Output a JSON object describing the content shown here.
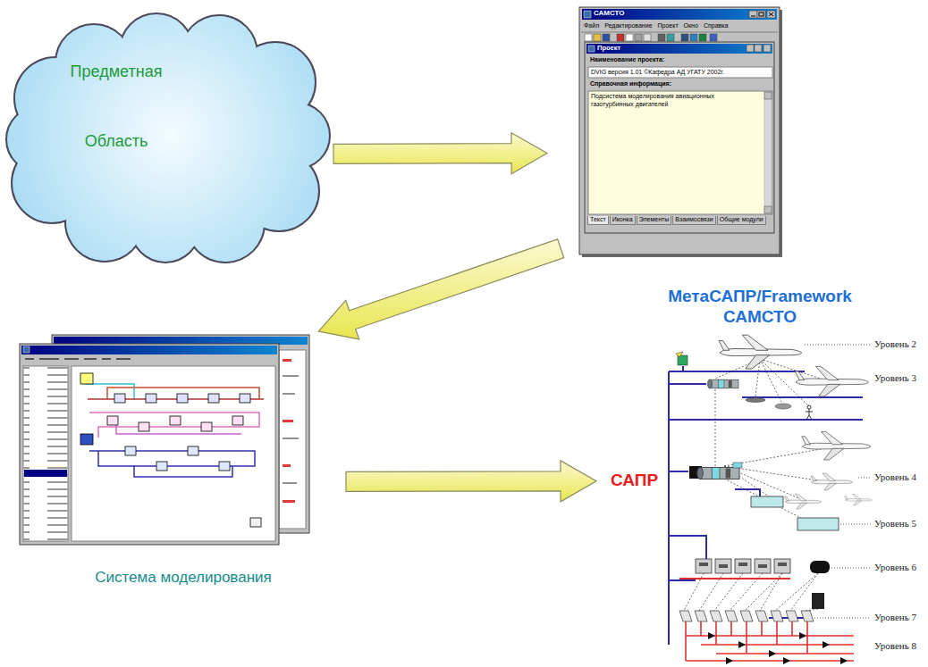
{
  "diagram": {
    "nodes": [
      {
        "text": [
          "Предметная Область"
        ]
      },
      {
        "text": [
          "МетаСАПР/Framework САМСТО"
        ]
      },
      {
        "text": [
          "Система моделирования"
        ]
      },
      {
        "text": [
          "САПР"
        ]
      }
    ],
    "edges": [
      {
        "from": 0,
        "to": 1,
        "arrow": "to"
      },
      {
        "from": 1,
        "to": 2,
        "arrow": "to"
      },
      {
        "from": 2,
        "to": 3,
        "arrow": "to"
      }
    ],
    "labels": [
      "САМСТО",
      "Файл",
      "Редактирование",
      "Проект",
      "Окно",
      "Справка",
      "Проект",
      "Наименование проекта:",
      "DVIG версия 1.01 ©Кафедра АД УГАТУ 2002г.",
      "Справочная информация:",
      "Подсистема моделирования авиационных газотурбинных двигателей",
      "Текст",
      "Иконка",
      "Элементы",
      "Взаимосвязи",
      "Общие модули",
      "Уровень 2",
      "Уровень 3",
      "Уровень 4",
      "Уровень 5",
      "Уровень 6",
      "Уровень 7",
      "Уровень 8"
    ]
  }
}
